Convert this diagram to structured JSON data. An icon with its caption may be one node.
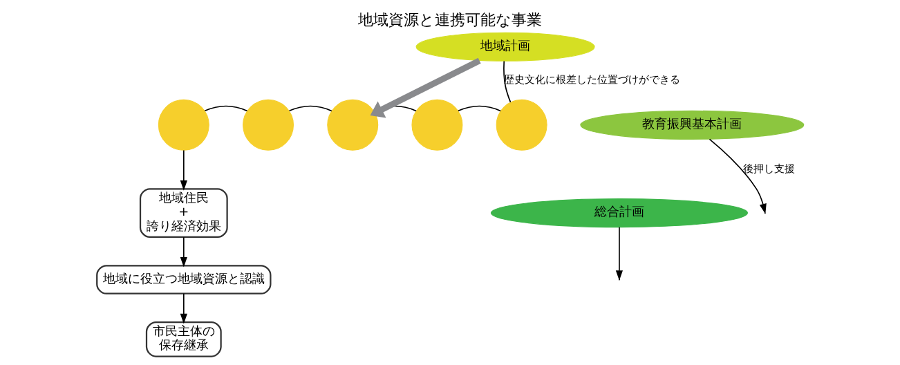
{
  "diagram": {
    "title": "地域資源と連携可能な事業",
    "nodes": [
      {
        "text": [
          "地域住民",
          "+",
          "誇り経済効果"
        ]
      },
      {
        "text": [
          "地域に役立つ地域資源と認識"
        ]
      },
      {
        "text": [
          "市民主体の",
          "保存継承"
        ]
      },
      {
        "text": [],
        "shape": "circle"
      },
      {
        "text": [],
        "shape": "circle"
      },
      {
        "text": [],
        "shape": "circle"
      },
      {
        "text": [],
        "shape": "circle"
      },
      {
        "text": [],
        "shape": "circle"
      },
      {
        "text": [
          "地域計画"
        ]
      },
      {
        "text": [
          "教育振興基本計画"
        ]
      },
      {
        "text": [
          "総合計画"
        ]
      }
    ],
    "edges": [
      {
        "from": 0,
        "to": 1,
        "arrow": "to"
      },
      {
        "from": 1,
        "to": 2,
        "arrow": "to"
      },
      {
        "from": 8,
        "to": 7,
        "arrow": "none",
        "label": "歴史文化に根差した位置づけができる"
      },
      {
        "from": 7,
        "to": 6,
        "arrow": "none"
      },
      {
        "from": 6,
        "to": 5,
        "arrow": "none"
      },
      {
        "from": 5,
        "to": 4,
        "arrow": "none"
      },
      {
        "from": 4,
        "to": 3,
        "arrow": "none"
      },
      {
        "from": 3,
        "to": 0,
        "arrow": "to"
      },
      {
        "from": 8,
        "to": 5,
        "arrow": "to",
        "style": "thick",
        "color": "#898a8d"
      },
      {
        "from": 9,
        "to": null,
        "arrow": "to",
        "label": "後押し支援"
      },
      {
        "from": 10,
        "to": null,
        "arrow": "to"
      }
    ]
  }
}
